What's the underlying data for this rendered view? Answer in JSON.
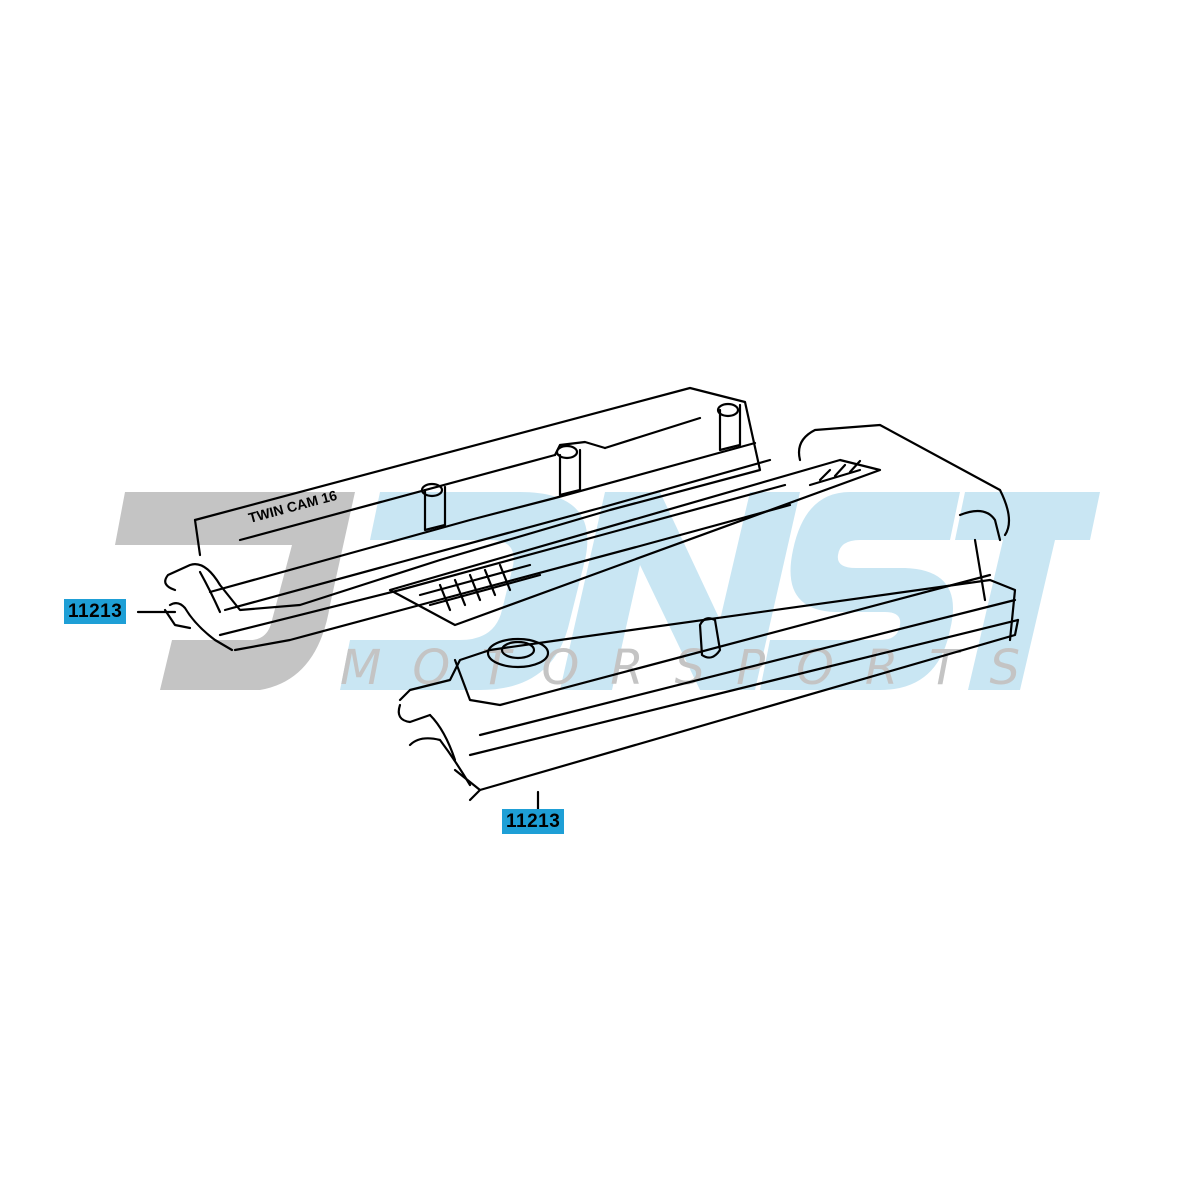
{
  "diagram": {
    "type": "parts exploded view",
    "subject": "cylinder head covers with gaskets",
    "cover_casting_text": "TWIN CAM 16"
  },
  "watermark": {
    "logo_letters": "DNST",
    "subtitle": "MOTORSPORTS",
    "colors": {
      "gray": "#c4c4c4",
      "blue": "#c9e6f3"
    }
  },
  "callouts": [
    {
      "part_number": "11213",
      "target": "gasket, left cover"
    },
    {
      "part_number": "11213",
      "target": "gasket, right cover"
    }
  ],
  "colors": {
    "label_bg": "#1e9fd6",
    "line": "#000000",
    "background": "#ffffff"
  }
}
